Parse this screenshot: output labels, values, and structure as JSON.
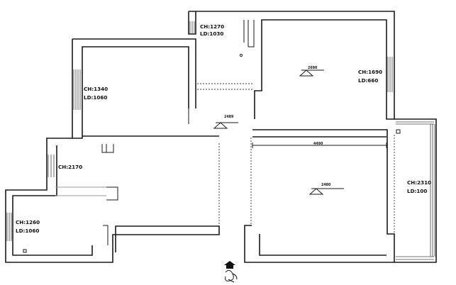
{
  "rooms": [
    {
      "id": "top-small",
      "ch": "CH:1270",
      "ld": "LD:1030"
    },
    {
      "id": "top-right",
      "ch": "CH:1690",
      "ld": "LD:660"
    },
    {
      "id": "left-upper",
      "ch": "CH:1340",
      "ld": "LD:1060"
    },
    {
      "id": "left-mid",
      "ch": "CH:2170",
      "ld": ""
    },
    {
      "id": "left-lower",
      "ch": "CH:1260",
      "ld": "LD:1060"
    },
    {
      "id": "balcony",
      "ch": "CH:2310",
      "ld": "LD:100"
    }
  ],
  "elevations": {
    "top_right": "2690",
    "hall": "2489",
    "main": "2480"
  },
  "dimension": "4490",
  "icons": [
    "north-arrow-icon",
    "signature-mark-icon"
  ]
}
